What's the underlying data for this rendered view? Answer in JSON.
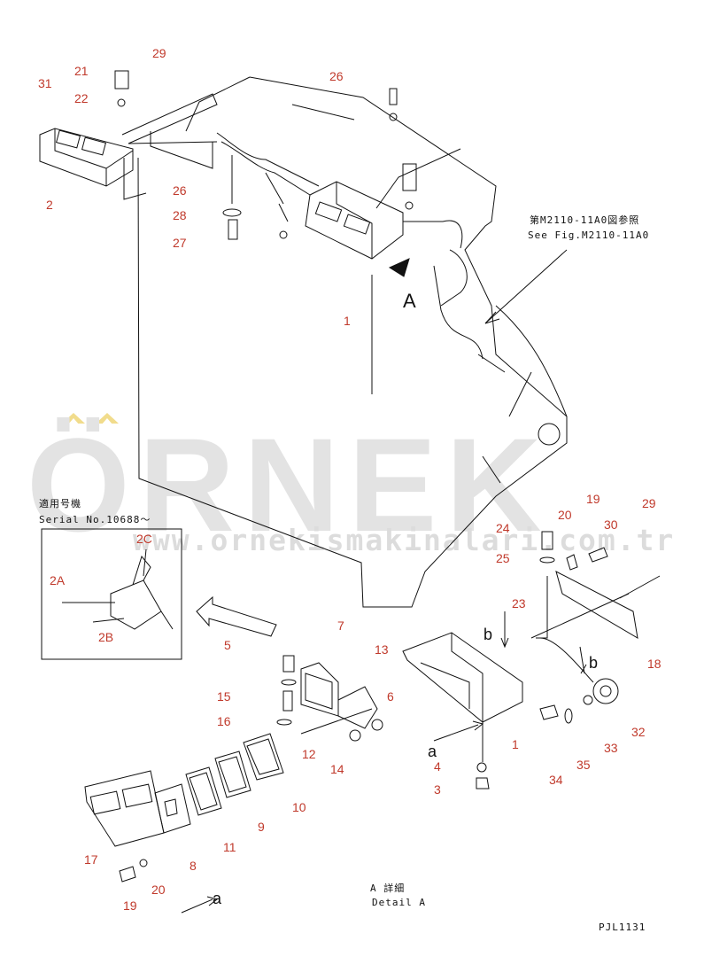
{
  "watermark": {
    "brand": "ÖRNEK",
    "url": "www.ornekismakinalari.com.tr"
  },
  "notes": {
    "ref_jp": "第M2110-11A0図参照",
    "ref_en": "See Fig.M2110-11A0",
    "serial_jp": "適用号機",
    "serial_en": "Serial No.10688～",
    "detail_jp": "A 詳細",
    "detail_en": "Detail A",
    "drawing_code": "PJL1131"
  },
  "view_marks": {
    "A": "A",
    "a1": "a",
    "a2": "a",
    "b1": "b",
    "b2": "b"
  },
  "callouts": {
    "c21": "21",
    "c31": "31",
    "c22": "22",
    "c29a": "29",
    "c26a": "26",
    "c2": "2",
    "c26b": "26",
    "c28": "28",
    "c27": "27",
    "c1a": "1",
    "c2C": "2C",
    "c2A": "2A",
    "c2B": "2B",
    "c19a": "19",
    "c20a": "20",
    "c29b": "29",
    "c30": "30",
    "c24": "24",
    "c25": "25",
    "c23": "23",
    "c18": "18",
    "c7": "7",
    "c13": "13",
    "c5": "5",
    "c6": "6",
    "c15": "15",
    "c16": "16",
    "c12": "12",
    "c14": "14",
    "c1b": "1",
    "c4": "4",
    "c3": "3",
    "c32": "32",
    "c33": "33",
    "c35": "35",
    "c34": "34",
    "c10": "10",
    "c9": "9",
    "c11": "11",
    "c17": "17",
    "c8": "8",
    "c20b": "20",
    "c19b": "19"
  }
}
